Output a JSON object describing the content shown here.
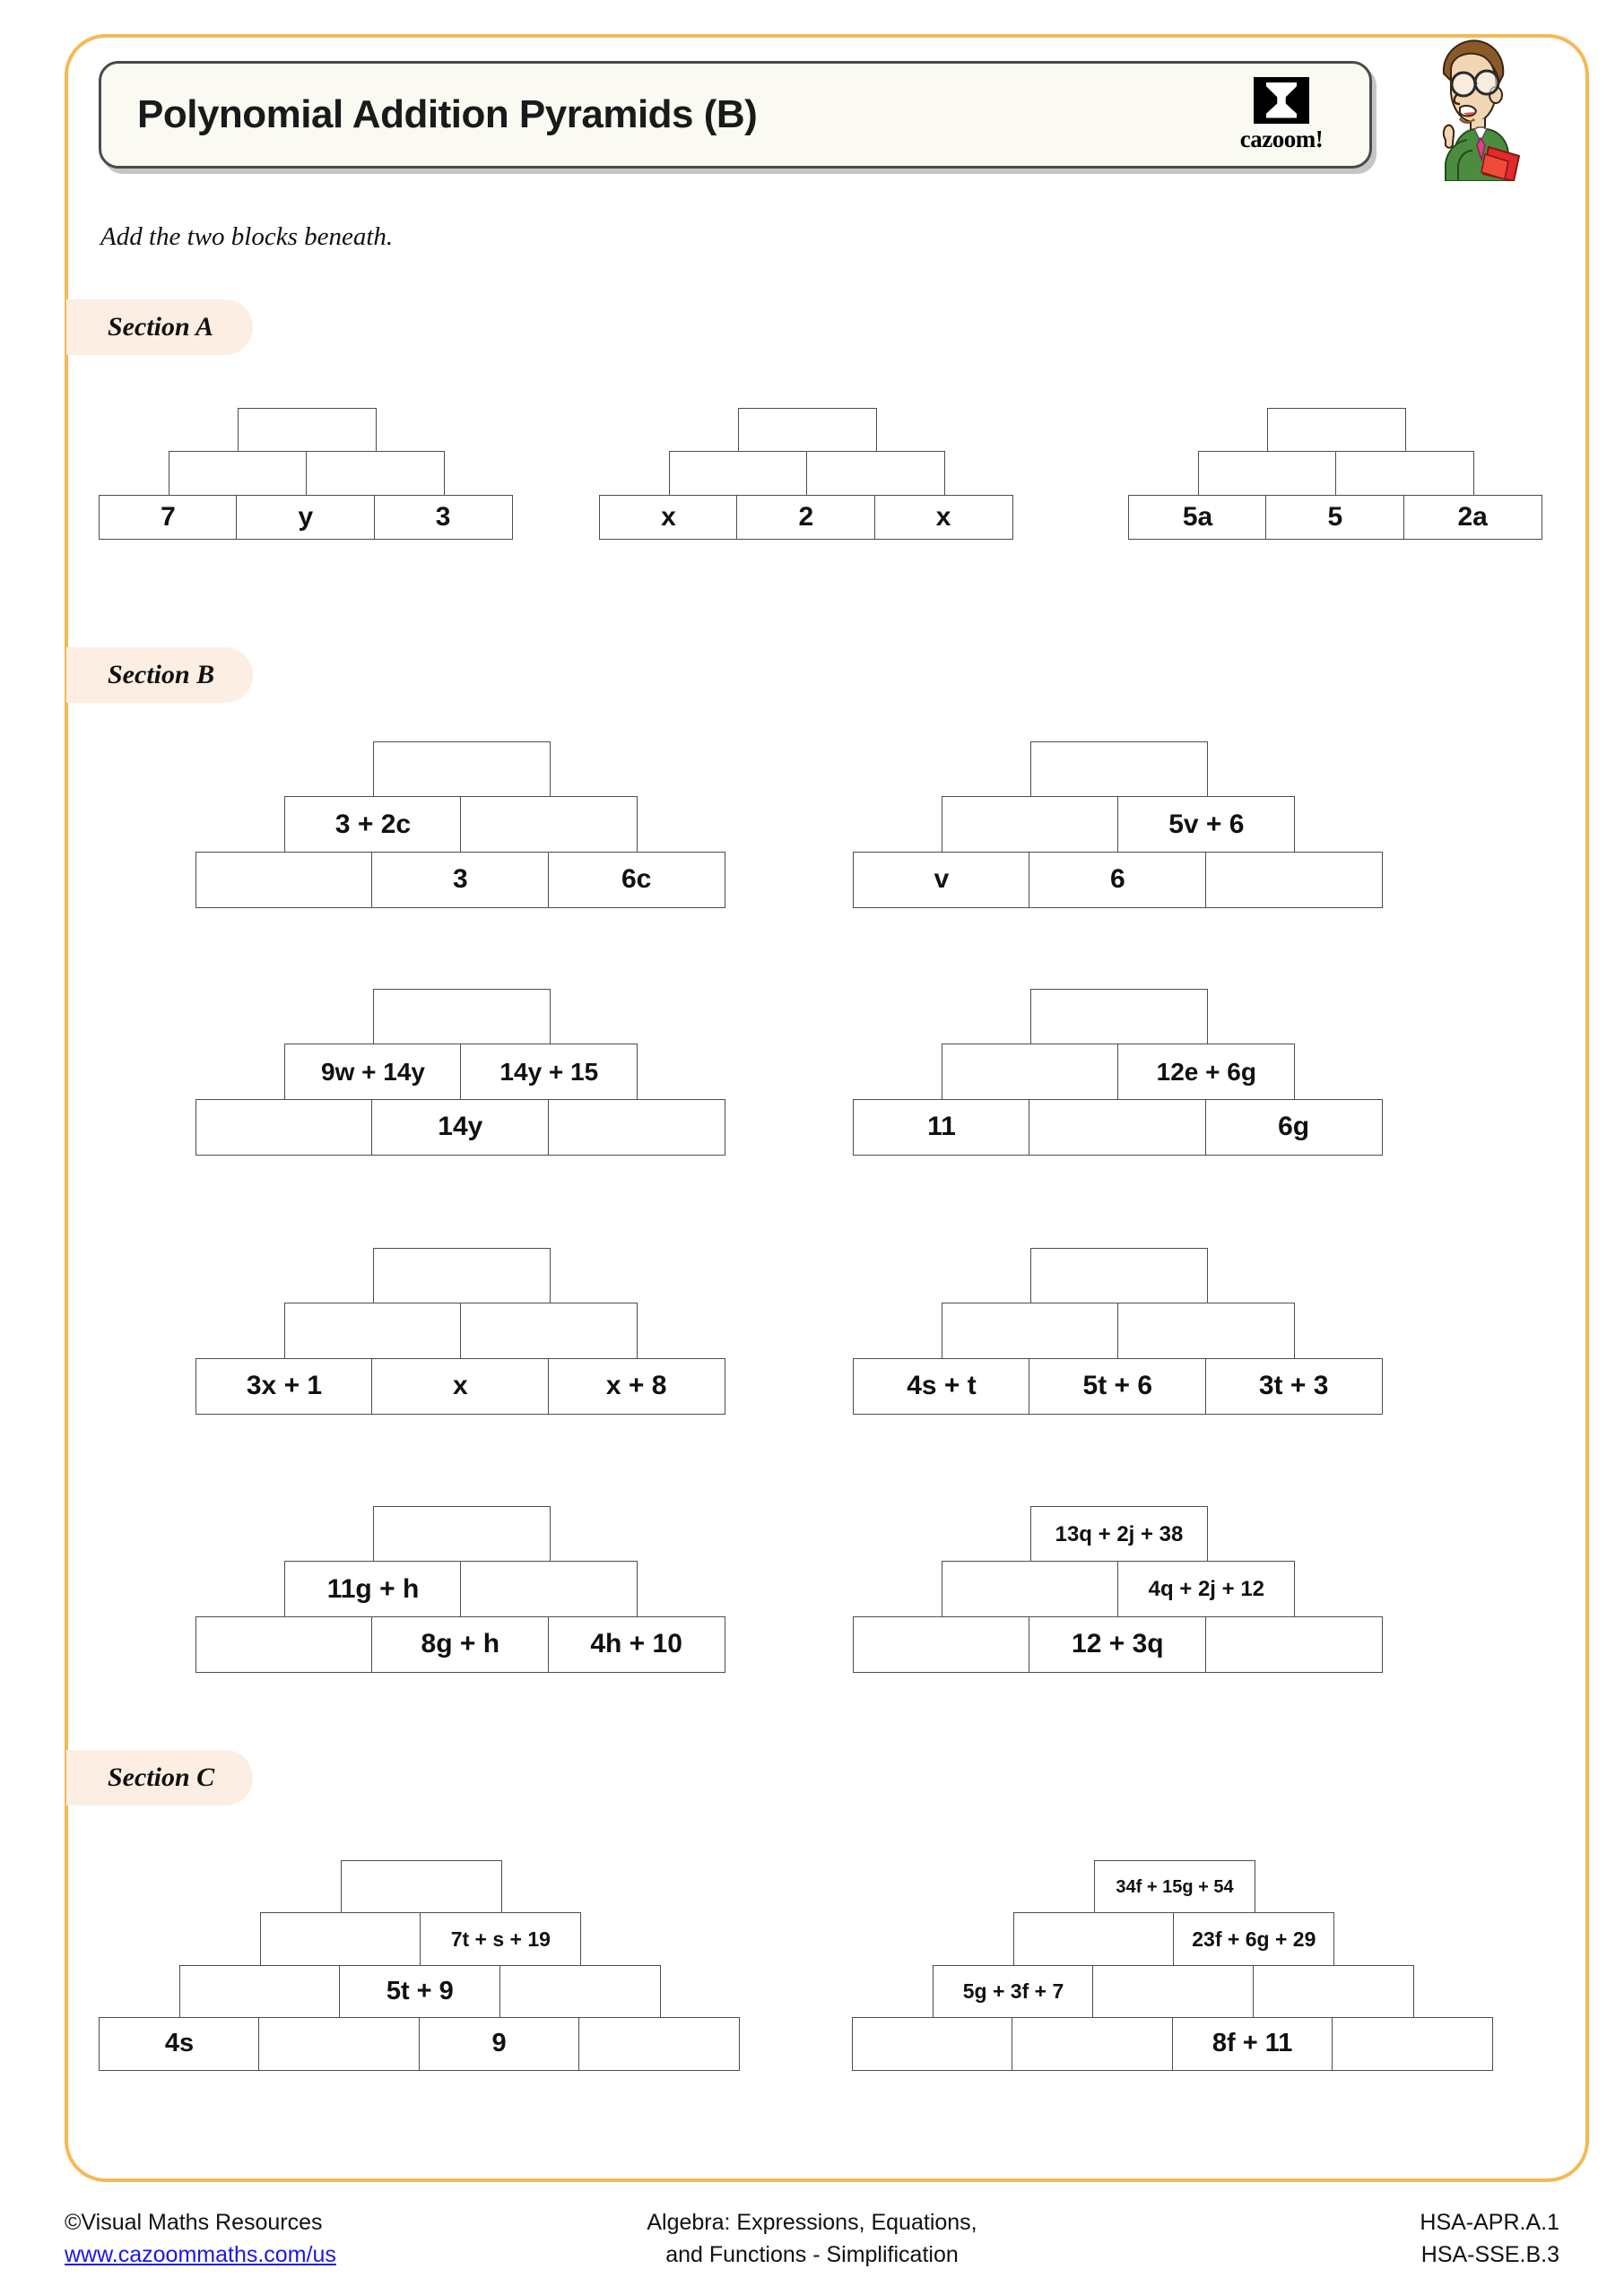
{
  "header": {
    "title": "Polynomial Addition Pyramids (B)",
    "logo_word": "cazoom!",
    "logo_icon": "cazoom-hourglass-icon",
    "mascot_icon": "teacher-mascot-icon"
  },
  "instruction": "Add the two blocks beneath.",
  "sections": [
    {
      "id": "A",
      "label": "Section A"
    },
    {
      "id": "B",
      "label": "Section B"
    },
    {
      "id": "C",
      "label": "Section C"
    }
  ],
  "pyramids": {
    "a1": {
      "rows": [
        [
          ""
        ],
        [
          "",
          ""
        ],
        [
          "7",
          "y",
          "3"
        ]
      ]
    },
    "a2": {
      "rows": [
        [
          ""
        ],
        [
          "",
          ""
        ],
        [
          "x",
          "2",
          "x"
        ]
      ]
    },
    "a3": {
      "rows": [
        [
          ""
        ],
        [
          "",
          ""
        ],
        [
          "5a",
          "5",
          "2a"
        ]
      ]
    },
    "b1": {
      "rows": [
        [
          ""
        ],
        [
          "3 + 2c",
          ""
        ],
        [
          "",
          "3",
          "6c"
        ]
      ]
    },
    "b2": {
      "rows": [
        [
          ""
        ],
        [
          "",
          "5v + 6"
        ],
        [
          "v",
          "6",
          ""
        ]
      ]
    },
    "b3": {
      "rows": [
        [
          ""
        ],
        [
          "9w + 14y",
          "14y + 15"
        ],
        [
          "",
          "14y",
          ""
        ]
      ]
    },
    "b4": {
      "rows": [
        [
          ""
        ],
        [
          "",
          "12e + 6g"
        ],
        [
          "11",
          "",
          "6g"
        ]
      ]
    },
    "b5": {
      "rows": [
        [
          ""
        ],
        [
          "",
          ""
        ],
        [
          "3x + 1",
          "x",
          "x + 8"
        ]
      ]
    },
    "b6": {
      "rows": [
        [
          ""
        ],
        [
          "",
          ""
        ],
        [
          "4s + t",
          "5t + 6",
          "3t + 3"
        ]
      ]
    },
    "b7": {
      "rows": [
        [
          ""
        ],
        [
          "11g + h",
          ""
        ],
        [
          "",
          "8g + h",
          "4h + 10"
        ]
      ]
    },
    "b8": {
      "rows": [
        [
          "13q + 2j + 38"
        ],
        [
          "",
          "4q + 2j + 12"
        ],
        [
          "",
          "12 + 3q",
          ""
        ]
      ]
    },
    "c1": {
      "rows": [
        [
          ""
        ],
        [
          "",
          "7t + s + 19"
        ],
        [
          "",
          "5t + 9",
          ""
        ],
        [
          "4s",
          "",
          "9",
          ""
        ]
      ]
    },
    "c2": {
      "rows": [
        [
          "34f + 15g + 54"
        ],
        [
          "",
          "23f + 6g + 29"
        ],
        [
          "5g + 3f + 7",
          "",
          ""
        ],
        [
          "",
          "",
          "8f + 11",
          ""
        ]
      ]
    }
  },
  "footer": {
    "copyright": "©Visual Maths Resources",
    "website": "www.cazoommaths.com/us",
    "topic_line1": "Algebra: Expressions, Equations,",
    "topic_line2": "and Functions - Simplification",
    "standard1": "HSA-APR.A.1",
    "standard2": "HSA-SSE.B.3"
  },
  "colors": {
    "frame": "#F5B955",
    "section_tag_bg": "#FCEEE3",
    "title_bg": "#FAF9F2",
    "link": "#1818E8"
  }
}
